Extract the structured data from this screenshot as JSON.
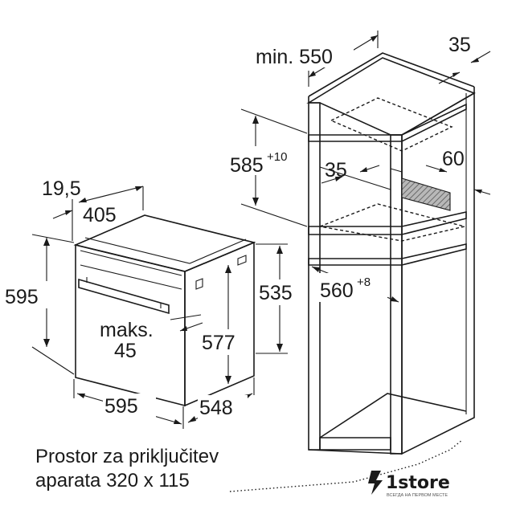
{
  "labels": {
    "oven_depth_gap": "19,5",
    "oven_depth": "405",
    "oven_height": "595",
    "oven_body_height": "535",
    "oven_inner_height": "577",
    "handle_offset_line1": "maks.",
    "handle_offset_line2": "45",
    "oven_width": "595",
    "oven_body_width": "548",
    "niche_min_depth": "min. 550",
    "side_offset": "35",
    "niche_height": "585",
    "niche_height_tol": "+10",
    "vent_depth": "35",
    "vent_height": "60",
    "niche_width": "560",
    "niche_width_tol": "+8"
  },
  "caption": {
    "line1": "Prostor za priključitev",
    "line2": "aparata 320 x 115"
  },
  "brand": {
    "name": "1store",
    "tagline": "ВСЕГДА НА ПЕРВОМ МЕСТЕ"
  },
  "colors": {
    "line": "#1a1a1a",
    "vent_fill": "#9a9a9a"
  }
}
